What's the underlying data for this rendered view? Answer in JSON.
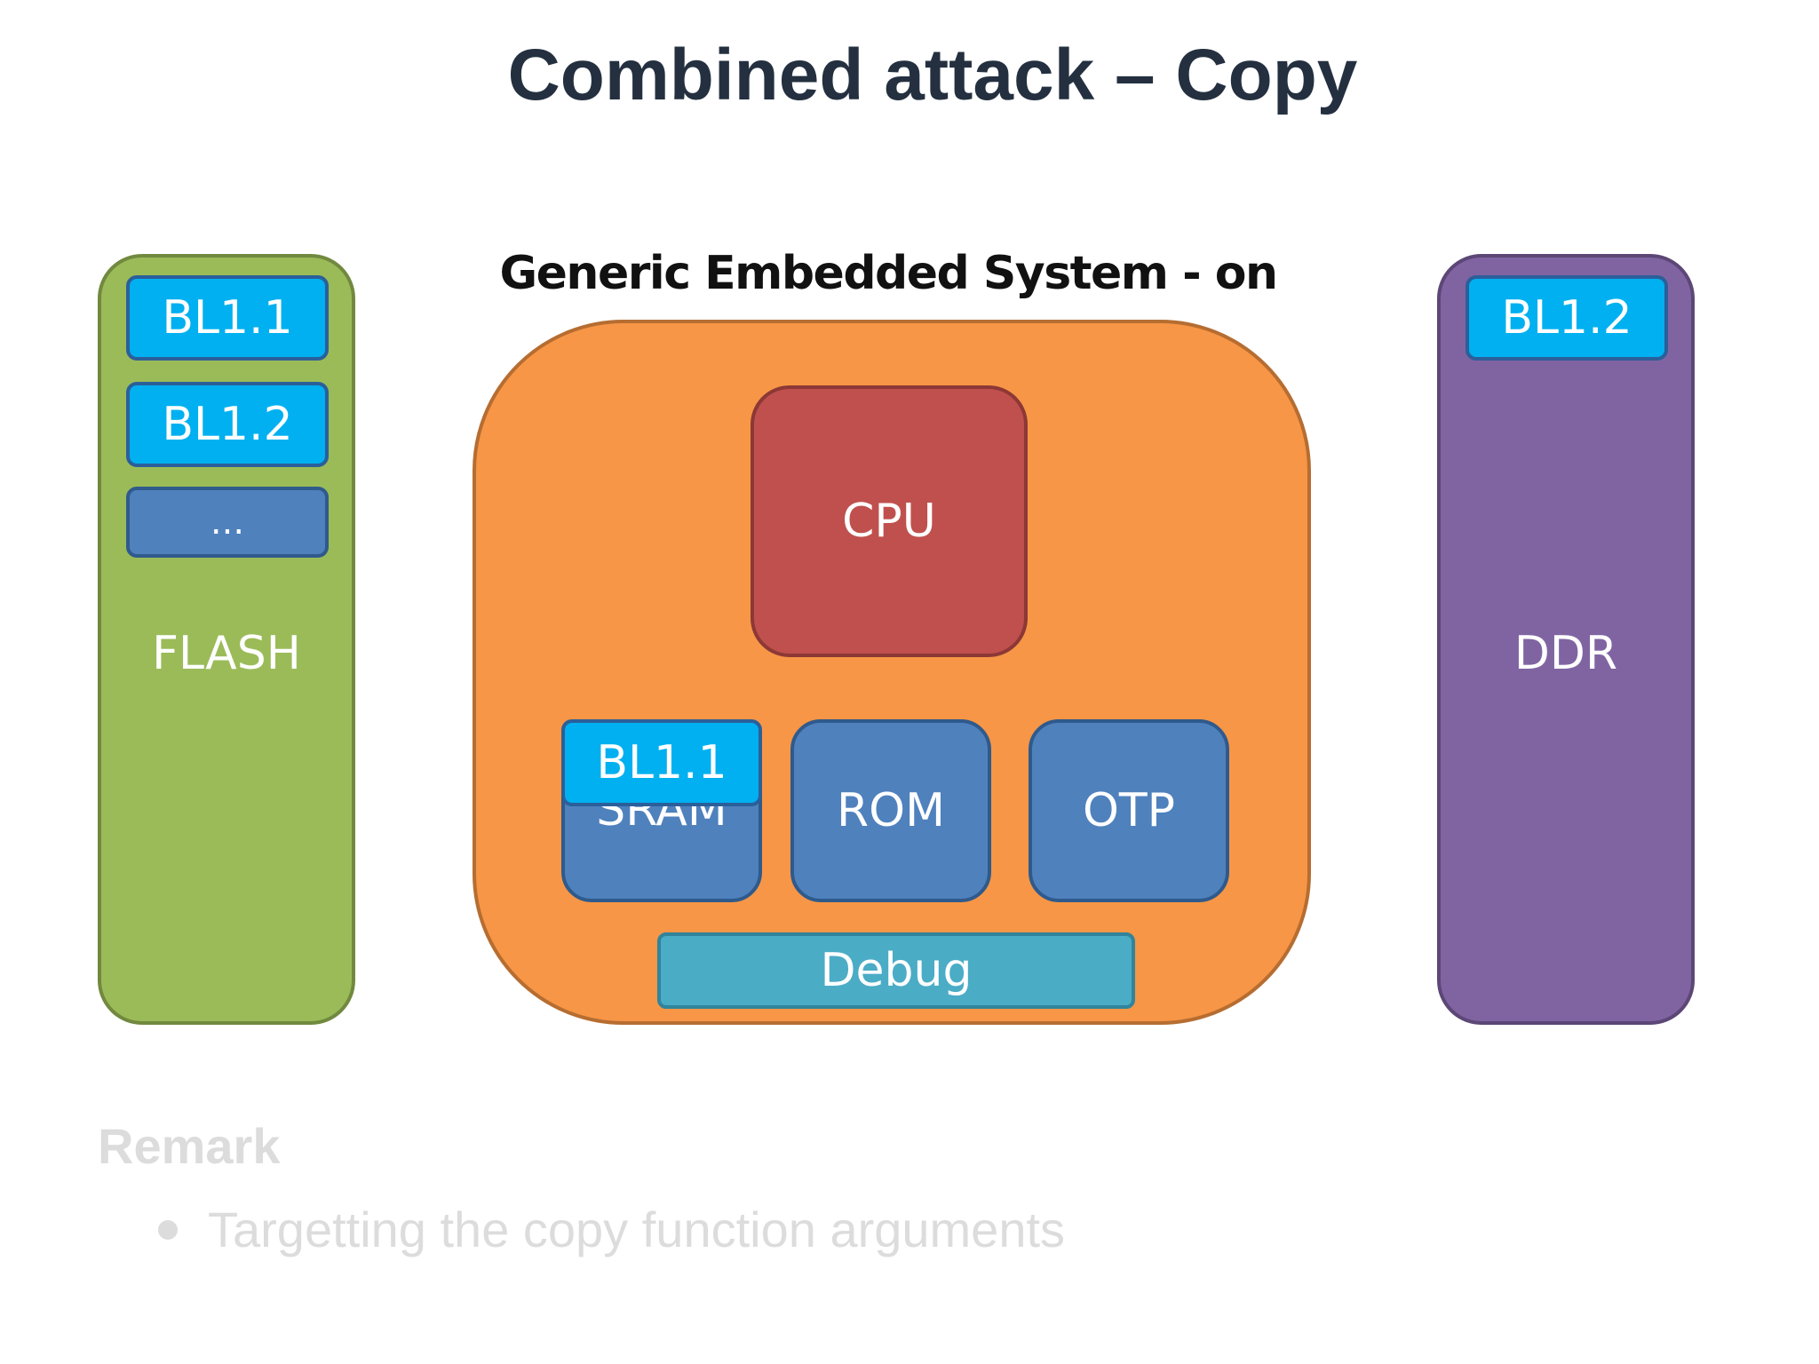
{
  "title": "Combined attack – Copy",
  "system_label": "Generic Embedded System - on",
  "flash": {
    "label": "FLASH",
    "chips": [
      "BL1.1",
      "BL1.2",
      "..."
    ]
  },
  "soc": {
    "cpu_label": "CPU",
    "sram_label": "SRAM",
    "sram_overlay_chip": "BL1.1",
    "rom_label": "ROM",
    "otp_label": "OTP",
    "debug_label": "Debug"
  },
  "ddr": {
    "label": "DDR",
    "chips": [
      "BL1.2"
    ]
  },
  "remark": {
    "heading": "Remark",
    "bullets": [
      "Targetting the copy function arguments"
    ]
  },
  "colors": {
    "flash": "#9bbb59",
    "soc": "#f79646",
    "ddr": "#8064a2",
    "cpu": "#c0504d",
    "memory_block": "#4f81bd",
    "bootloader_chip": "#00b0f0",
    "debug": "#4bacc6"
  }
}
